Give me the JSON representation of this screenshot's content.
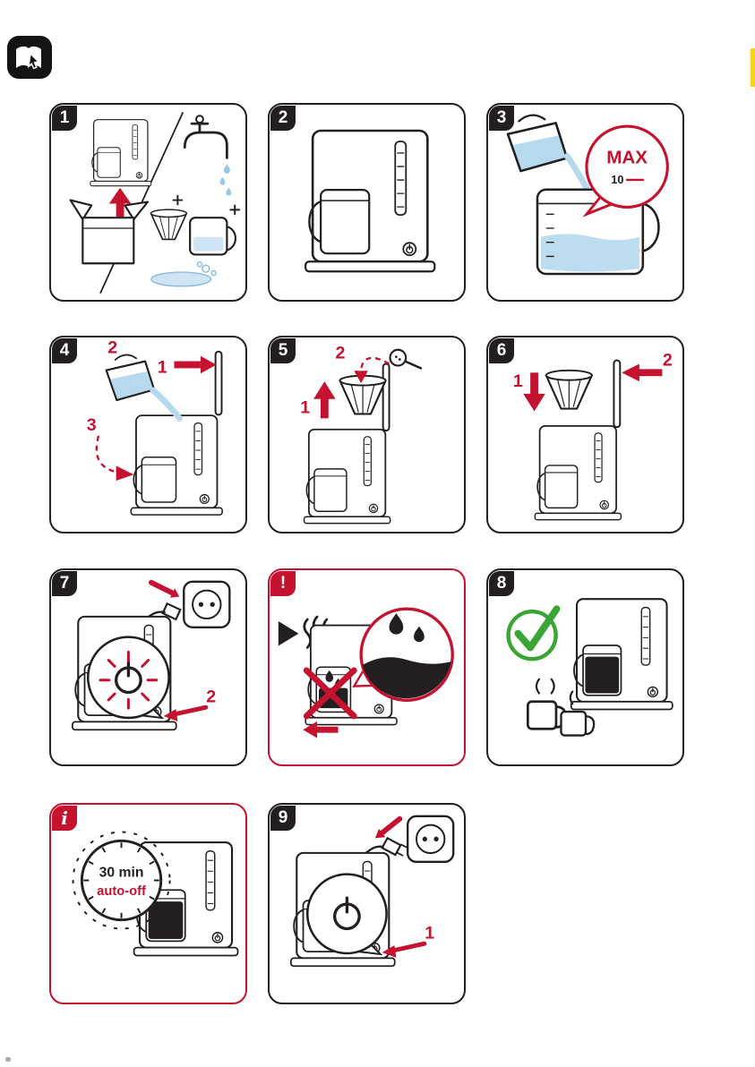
{
  "colors": {
    "ink": "#231f20",
    "accent_red": "#c4122f",
    "water_blue": "#b7d9ed",
    "check_green": "#3aa535",
    "tab_yellow": "#f6d218"
  },
  "icons": {
    "header": "read-manual-icon",
    "warning": "exclamation-badge",
    "info": "info-badge"
  },
  "panels": {
    "p1": {
      "num": "1"
    },
    "p2": {
      "num": "2"
    },
    "p3": {
      "num": "3",
      "max_label": "MAX",
      "level_label": "10"
    },
    "p4": {
      "num": "4",
      "step1": "1",
      "step2": "2",
      "step3": "3"
    },
    "p5": {
      "num": "5",
      "step1": "1",
      "step2": "2"
    },
    "p6": {
      "num": "6",
      "step1": "1",
      "step2": "2"
    },
    "p7": {
      "num": "7",
      "step2": "2"
    },
    "warn": {
      "num": "!"
    },
    "p8": {
      "num": "8"
    },
    "info": {
      "num": "i",
      "line1": "30 min",
      "line2": "auto-off"
    },
    "p9": {
      "num": "9",
      "step1": "1"
    }
  }
}
